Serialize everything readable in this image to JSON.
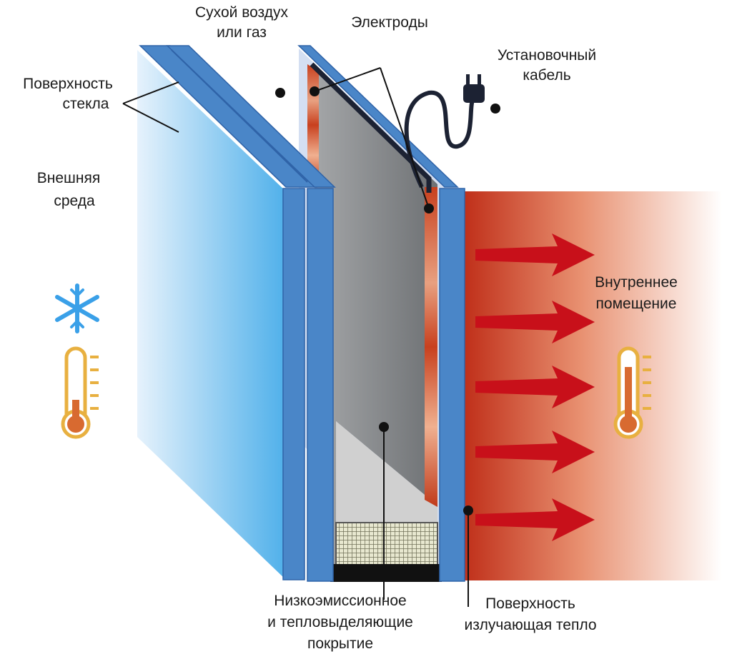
{
  "labels": {
    "dry_air": [
      "Сухой воздух",
      "или газ"
    ],
    "electrodes": [
      "Электроды"
    ],
    "cable": [
      "Установочный",
      "кабель"
    ],
    "glass_surface": [
      "Поверхность",
      "стекла"
    ],
    "outside": [
      "Внешняя",
      "среда"
    ],
    "inside": [
      "Внутреннее",
      "помещение"
    ],
    "coating": [
      "Низкоэмиссионное",
      "и тепловыделяющие",
      "покрытие"
    ],
    "radiating_surface": [
      "Поверхность",
      "излучающая тепло"
    ]
  },
  "colors": {
    "glass_edge": "#4a86c8",
    "heat": "#c0301a",
    "arrow": "#c8101a",
    "coating": "#7d8184",
    "thermometer": "#e8b040"
  }
}
